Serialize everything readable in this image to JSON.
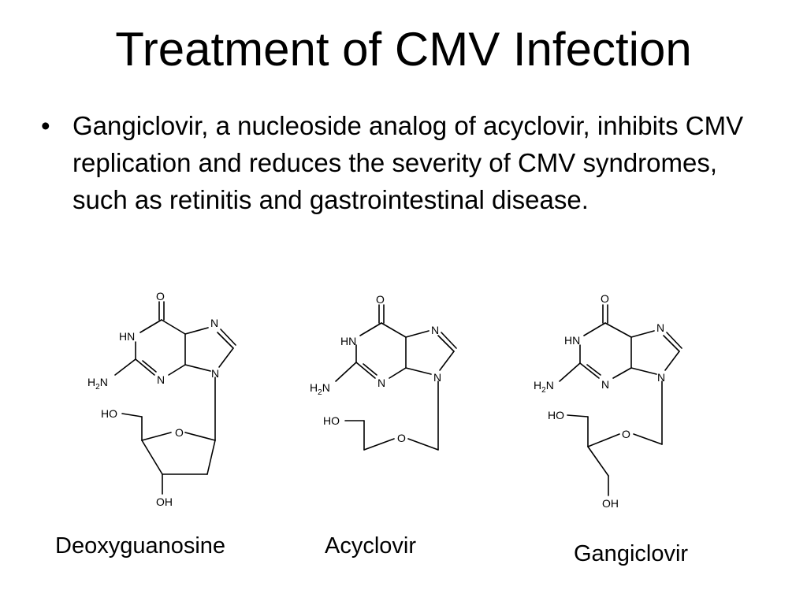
{
  "slide": {
    "title": "Treatment of CMV Infection",
    "bullets": [
      "Gangiclovir, a nucleoside analog of acyclovir, inhibits CMV replication and reduces the severity of CMV syndromes, such as retinitis and gastrointestinal disease."
    ]
  },
  "atoms": {
    "oxygen": "O",
    "ring_nitrogen": "N",
    "ring_nh": "HN",
    "amine_h": "H",
    "amine_sub": "2",
    "amine_n": "N",
    "hydroxyl_left": "HO",
    "hydroxyl_right": "OH"
  },
  "structures": [
    {
      "caption": "Deoxyguanosine"
    },
    {
      "caption": "Acyclovir"
    },
    {
      "caption": "Gangiclovir"
    }
  ]
}
